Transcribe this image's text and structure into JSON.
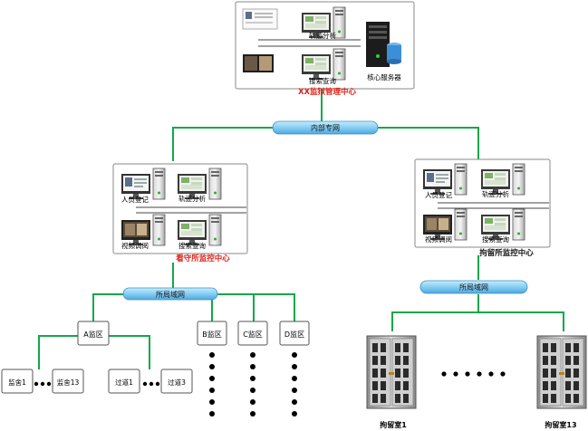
{
  "top_center": {
    "caption": "XX监狱管理中心",
    "track": "轨迹分析",
    "search": "搜索查询",
    "server": "核心服务器"
  },
  "network": {
    "internal": "内部专网",
    "lan_left": "所局域网",
    "lan_right": "所局域网"
  },
  "left_center": {
    "caption": "看守所监控中心",
    "personnel": "人员登记",
    "track": "轨迹分析",
    "video": "视频调阅",
    "search": "搜索查询"
  },
  "right_center": {
    "caption": "拘留所监控中心",
    "personnel": "人员登记",
    "track": "轨迹分析",
    "video": "视频调阅",
    "search": "搜索查询"
  },
  "zones": {
    "a": "A监区",
    "b": "B监区",
    "c": "C监区",
    "d": "D监区"
  },
  "cells": {
    "cell1": "监舍1",
    "cell13": "监舍13",
    "corridor1": "过道1",
    "corridor3": "过道3",
    "detention1": "拘留室1",
    "detention13": "拘留室13"
  },
  "colors": {
    "network_line": "#11a84a",
    "pill": "#8ed1f4",
    "caption_red": "#e0201a"
  }
}
